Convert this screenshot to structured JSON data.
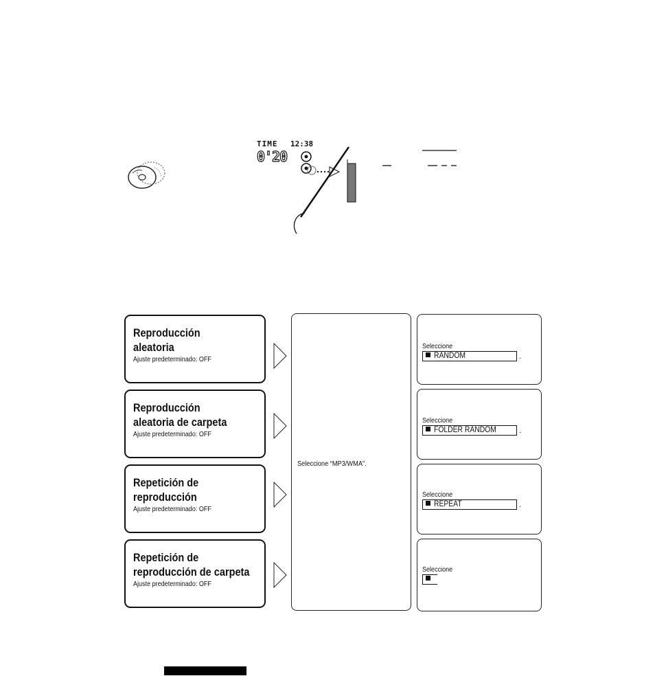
{
  "display": {
    "time_label": "TIME",
    "clock": "12:38",
    "elapsed": "0'20"
  },
  "options": [
    {
      "title_line1": "Reproducción",
      "title_line2": "aleatoria",
      "subtitle": "Ajuste predeterminado: OFF"
    },
    {
      "title_line1": "Reproducción",
      "title_line2": "aleatoria de carpeta",
      "subtitle": "Ajuste predeterminado: OFF"
    },
    {
      "title_line1": "Repetición de",
      "title_line2": "reproducción",
      "subtitle": "Ajuste predeterminado: OFF"
    },
    {
      "title_line1": "Repetición de",
      "title_line2": "reproducción de carpeta",
      "subtitle": "Ajuste predeterminado: OFF"
    }
  ],
  "middle": {
    "instruction": "Seleccione “MP3/WMA”."
  },
  "results": [
    {
      "label": "Seleccione",
      "field": "RANDOM",
      "suffix": "."
    },
    {
      "label": "Seleccione",
      "field": "FOLDER RANDOM",
      "suffix": "."
    },
    {
      "label": "Seleccione",
      "field": "REPEAT",
      "suffix": "."
    },
    {
      "label": "Seleccione",
      "field": "",
      "suffix": ""
    }
  ]
}
